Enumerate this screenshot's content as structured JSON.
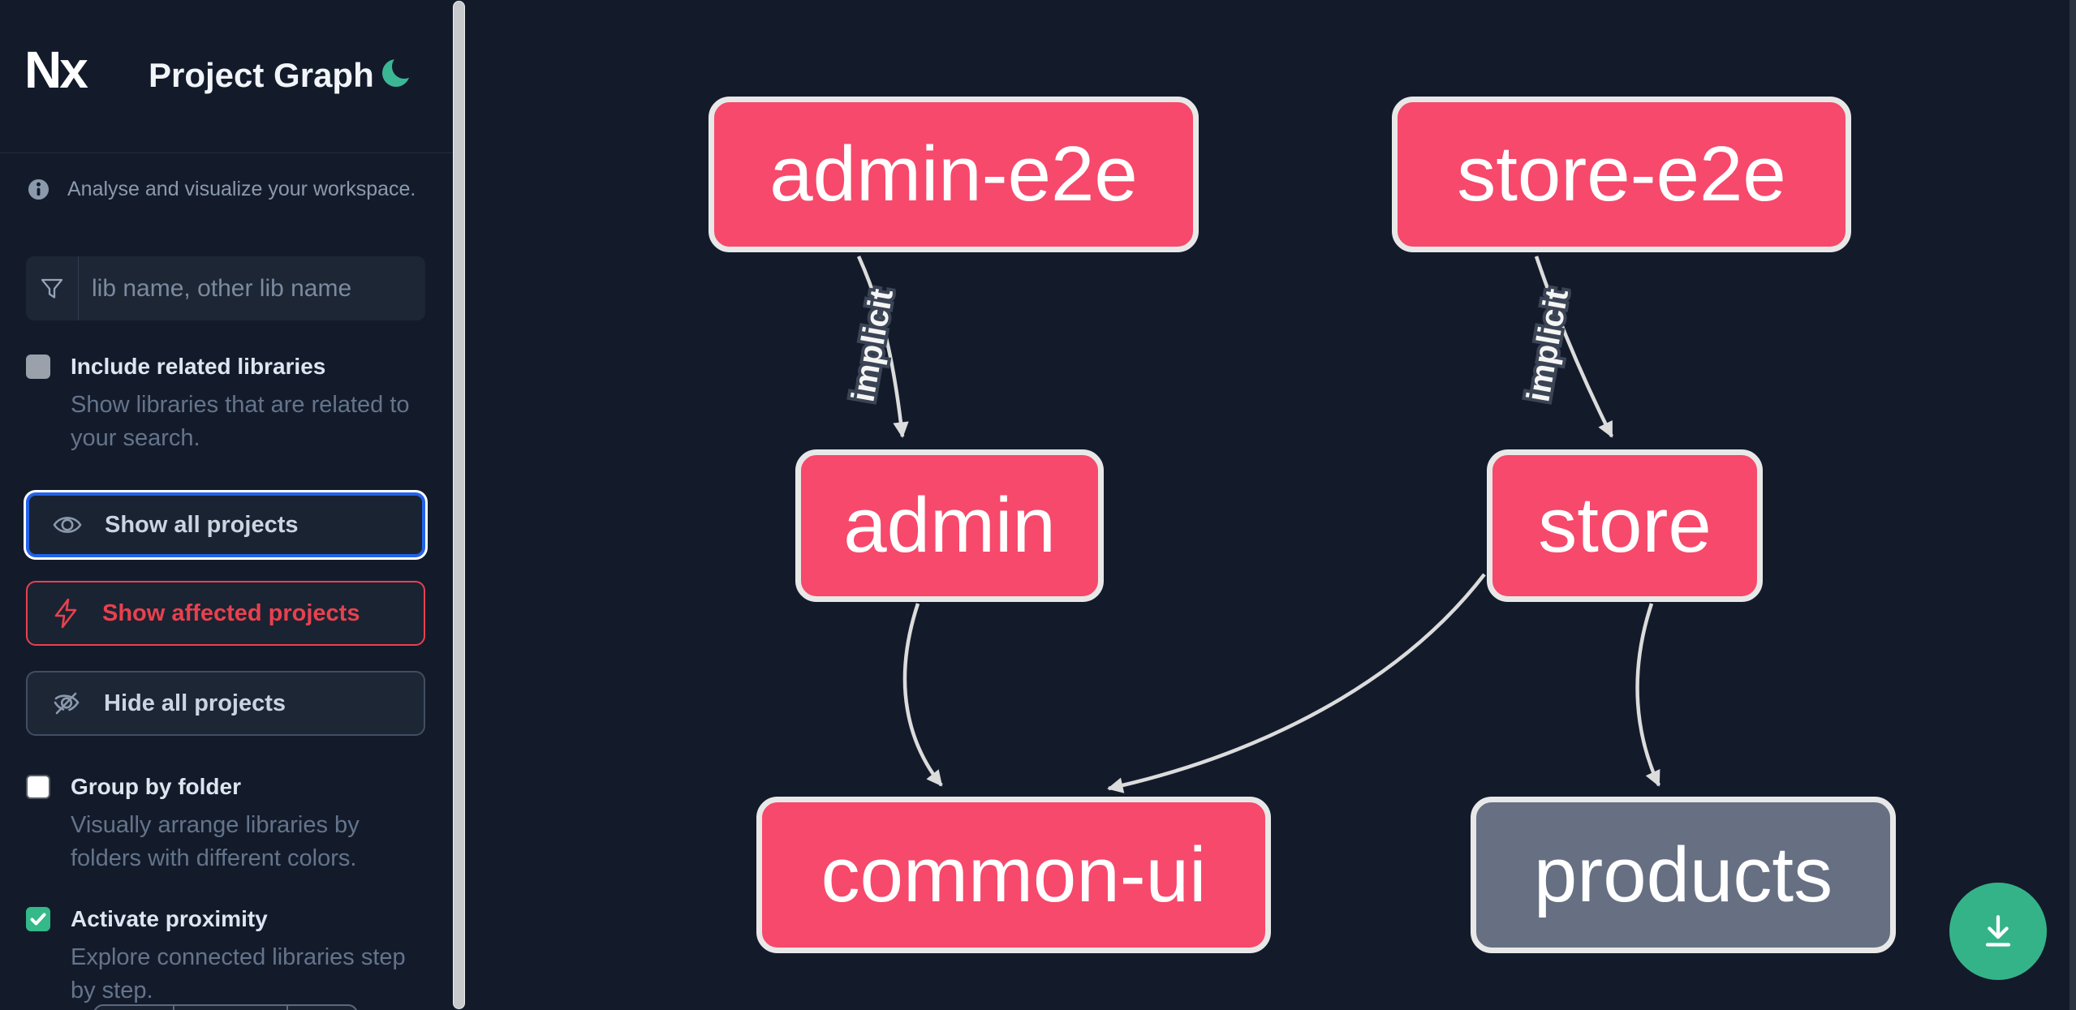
{
  "colors": {
    "background": "#131b2b",
    "affected_node_fill": "#f6496b",
    "unfocused_node_fill": "#667082",
    "node_border": "#e8e8e8",
    "edge_stroke": "#dcdcdc",
    "focus_ring_blue": "#2463ea",
    "affected_red": "#e8414e",
    "checked_green": "#34b988",
    "moon_green": "#3cb795",
    "download_button_green": "#35b388"
  },
  "header": {
    "logo_text": "Nx",
    "title": "Project Graph"
  },
  "sidebar": {
    "intro_text": "Analyse and visualize your workspace.",
    "search_placeholder": "lib name, other lib name",
    "include_related": {
      "label": "Include related libraries",
      "description": "Show libraries that are related to your search.",
      "checked": false
    },
    "actions": {
      "show_all": "Show all projects",
      "show_affected": "Show affected projects",
      "hide_all": "Hide all projects"
    },
    "group_by_folder": {
      "label": "Group by folder",
      "description": "Visually arrange libraries by folders with different colors.",
      "checked": false
    },
    "activate_proximity": {
      "label": "Activate proximity",
      "description": "Explore connected libraries step by step.",
      "checked": true
    }
  },
  "graph": {
    "nodes": [
      {
        "id": "admin-e2e",
        "label": "admin-e2e",
        "type": "affected"
      },
      {
        "id": "store-e2e",
        "label": "store-e2e",
        "type": "affected"
      },
      {
        "id": "admin",
        "label": "admin",
        "type": "affected"
      },
      {
        "id": "store",
        "label": "store",
        "type": "affected"
      },
      {
        "id": "common-ui",
        "label": "common-ui",
        "type": "affected"
      },
      {
        "id": "products",
        "label": "products",
        "type": "unfocused"
      }
    ],
    "edges": [
      {
        "from": "admin-e2e",
        "to": "admin",
        "label": "implicit"
      },
      {
        "from": "store-e2e",
        "to": "store",
        "label": "implicit"
      },
      {
        "from": "admin",
        "to": "common-ui",
        "label": ""
      },
      {
        "from": "store",
        "to": "common-ui",
        "label": ""
      },
      {
        "from": "store",
        "to": "products",
        "label": ""
      }
    ]
  }
}
